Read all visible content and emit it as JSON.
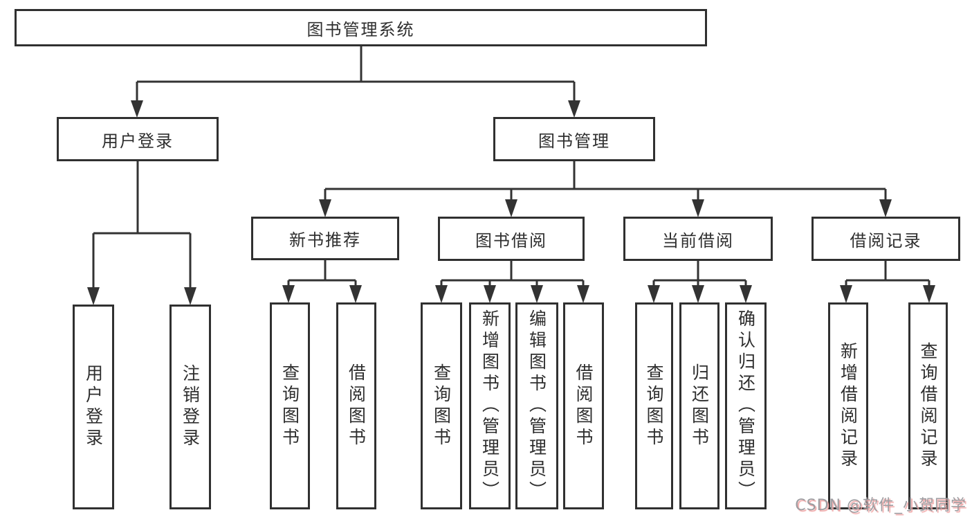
{
  "colors": {
    "background": "#ffffff",
    "line": "#333333",
    "box_border": "#303030",
    "box_text": "#2e2e2e",
    "watermark_text": "#9d9da1",
    "watermark_shadow": "#f0a6a6"
  },
  "watermark": {
    "text": "CSDN @软件_小贺同学"
  },
  "tree": {
    "root": {
      "label": "图书管理系统",
      "children": [
        {
          "label": "用户登录",
          "children": [
            {
              "label": "用户登录"
            },
            {
              "label": "注销登录"
            }
          ]
        },
        {
          "label": "图书管理",
          "children": [
            {
              "label": "新书推荐",
              "children": [
                {
                  "label": "查询图书"
                },
                {
                  "label": "借阅图书"
                }
              ]
            },
            {
              "label": "图书借阅",
              "children": [
                {
                  "label": "查询图书"
                },
                {
                  "label": "新增图书（管理员）"
                },
                {
                  "label": "编辑图书（管理员）"
                },
                {
                  "label": "借阅图书"
                }
              ]
            },
            {
              "label": "当前借阅",
              "children": [
                {
                  "label": "查询图书"
                },
                {
                  "label": "归还图书"
                },
                {
                  "label": "确认归还（管理员）"
                }
              ]
            },
            {
              "label": "借阅记录",
              "children": [
                {
                  "label": "新增借阅记录"
                },
                {
                  "label": "查询借阅记录"
                }
              ]
            }
          ]
        }
      ]
    }
  }
}
